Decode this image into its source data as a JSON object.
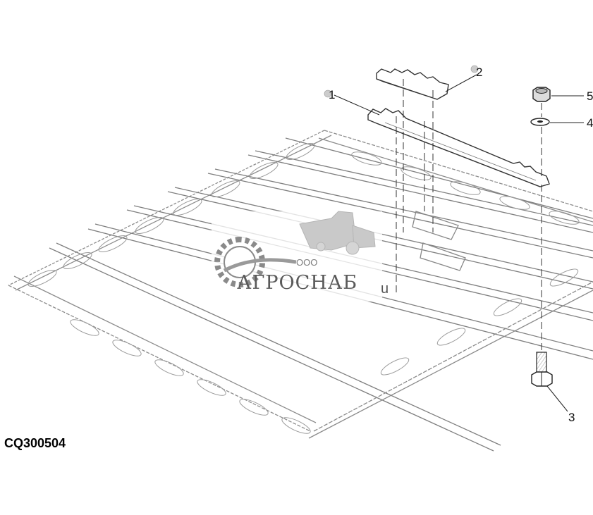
{
  "figure_id": "CQ300504",
  "callouts": [
    "1",
    "2",
    "3",
    "4",
    "5"
  ],
  "watermark": {
    "prefix": "ООО",
    "name": "АГРОСНАБ",
    "suffix": "u"
  }
}
